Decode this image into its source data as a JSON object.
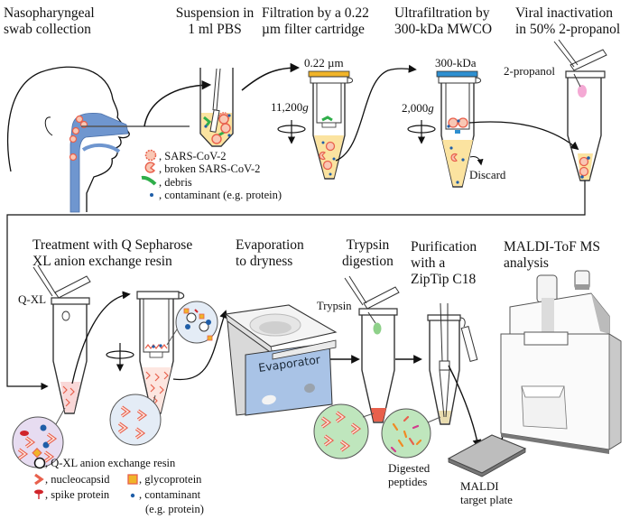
{
  "steps_top": [
    {
      "id": "swab",
      "line1": "Nasopharyngeal",
      "line2": "swab collection"
    },
    {
      "id": "suspension",
      "line1": "Suspension in",
      "line2": "1 ml PBS"
    },
    {
      "id": "filtration",
      "line1": "Filtration by a 0.22",
      "line2": "µm filter cartridge"
    },
    {
      "id": "ultrafiltration",
      "line1": "Ultrafiltration by",
      "line2": "300-kDa MWCO"
    },
    {
      "id": "inactivation",
      "line1": "Viral inactivation",
      "line2": "in 50% 2-propanol"
    }
  ],
  "steps_bottom": [
    {
      "id": "qsepharose",
      "line1": "Treatment with Q Sepharose",
      "line2": "XL anion exchange resin"
    },
    {
      "id": "evaporation",
      "line1": "Evaporation",
      "line2": "to dryness"
    },
    {
      "id": "trypsin",
      "line1": "Trypsin",
      "line2": "digestion"
    },
    {
      "id": "purification",
      "line1": "Purification",
      "line2": "with a",
      "line3": "ZipTip C18"
    },
    {
      "id": "maldi",
      "line1": "MALDI-ToF MS",
      "line2": "analysis"
    }
  ],
  "tube_labels": {
    "filter": "0.22 µm",
    "mwco": "300-kDa",
    "propanol": "2-propanol",
    "qxl": "Q-XL",
    "trypsin": "Trypsin",
    "evaporator": "Evaporator",
    "discard": "Discard",
    "digested_1": "Digested",
    "digested_2": "peptides",
    "plate_1": "MALDI",
    "plate_2": "target plate"
  },
  "centrifuge": {
    "speed_1": "11,200",
    "speed_2": "2,000",
    "unit": "g"
  },
  "legend_top": [
    {
      "icon": "sars-cov-2-icon",
      "label": ", SARS-CoV-2"
    },
    {
      "icon": "broken-sars-cov-2-icon",
      "label": ", broken SARS-CoV-2"
    },
    {
      "icon": "debris-icon",
      "label": ", debris"
    },
    {
      "icon": "contaminant-icon",
      "label": ", contaminant (e.g. protein)"
    }
  ],
  "legend_bottom": {
    "resin": ", Q-XL anion exchange resin",
    "nucleocapsid": ", nucleocapsid",
    "glycoprotein": ", glycoprotein",
    "spike": ", spike protein",
    "contaminant_1": ", contaminant",
    "contaminant_2": "(e.g. protein)"
  },
  "colors": {
    "airway_blue": "#6f96cf",
    "virus_red": "#e8604c",
    "virus_fill": "#f9c7b4",
    "liquid_yellow": "#fbe3a0",
    "filter_orange": "#f0b429",
    "mwco_blue": "#2e8fd0",
    "debris_green": "#2fae4a",
    "contaminant_blue": "#1f5ea8",
    "pink_drop": "#f4a9d4",
    "green_drop": "#8fd18a",
    "bubble_green": "#bfe6bd",
    "bubble_lilac": "#e7dcf1",
    "bubble_blue": "#e4ecf6",
    "evaporator_blue": "#a9c3e6"
  }
}
